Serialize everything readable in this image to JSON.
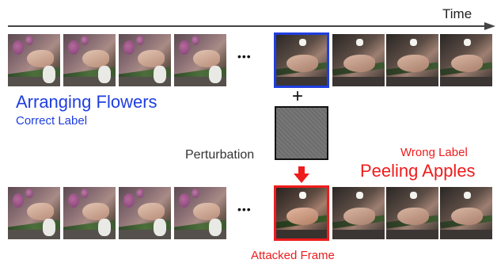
{
  "time_label": "Time",
  "ellipsis": "•••",
  "plus": "+",
  "top_row": {
    "true_class": "Arranging Flowers",
    "true_caption": "Correct Label"
  },
  "perturbation_label": "Perturbation",
  "bottom_row": {
    "wrong_caption": "Wrong Label",
    "wrong_class": "Peeling Apples",
    "attacked_caption": "Attacked Frame"
  },
  "colors": {
    "blue": "#1f3ee0",
    "red": "#ee1c1c",
    "dark_gray": "#444444",
    "perturbation_fill": "#6f6f6f"
  },
  "icons": [
    "arrow-right-icon",
    "arrow-down-icon"
  ]
}
